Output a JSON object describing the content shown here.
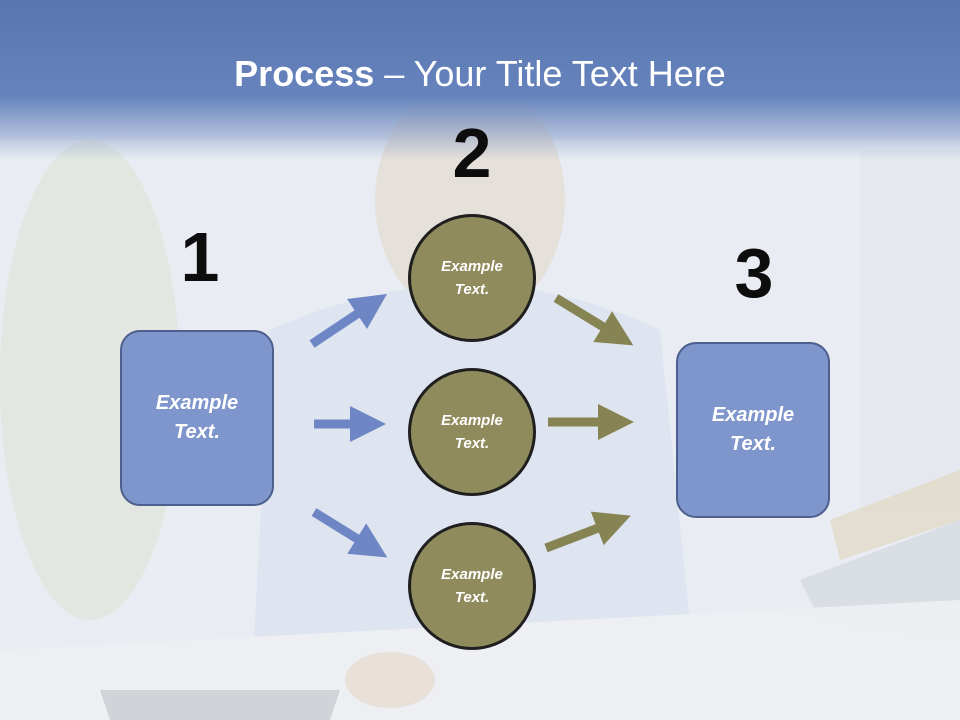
{
  "slide": {
    "title_bold": "Process",
    "title_rest": " – Your Title Text Here"
  },
  "steps": {
    "step1_number": "1",
    "step2_number": "2",
    "step3_number": "3"
  },
  "left_box": {
    "line1": "Example",
    "line2": "Text."
  },
  "right_box": {
    "line1": "Example",
    "line2": "Text."
  },
  "circles": [
    {
      "line1": "Example",
      "line2": "Text."
    },
    {
      "line1": "Example",
      "line2": "Text."
    },
    {
      "line1": "Example",
      "line2": "Text."
    }
  ],
  "colors": {
    "header": "#6683bd",
    "box_fill": "#7f96cc",
    "circle_fill": "#8f8b5c",
    "arrow_blue": "#6f86c4",
    "arrow_olive": "#878454"
  }
}
